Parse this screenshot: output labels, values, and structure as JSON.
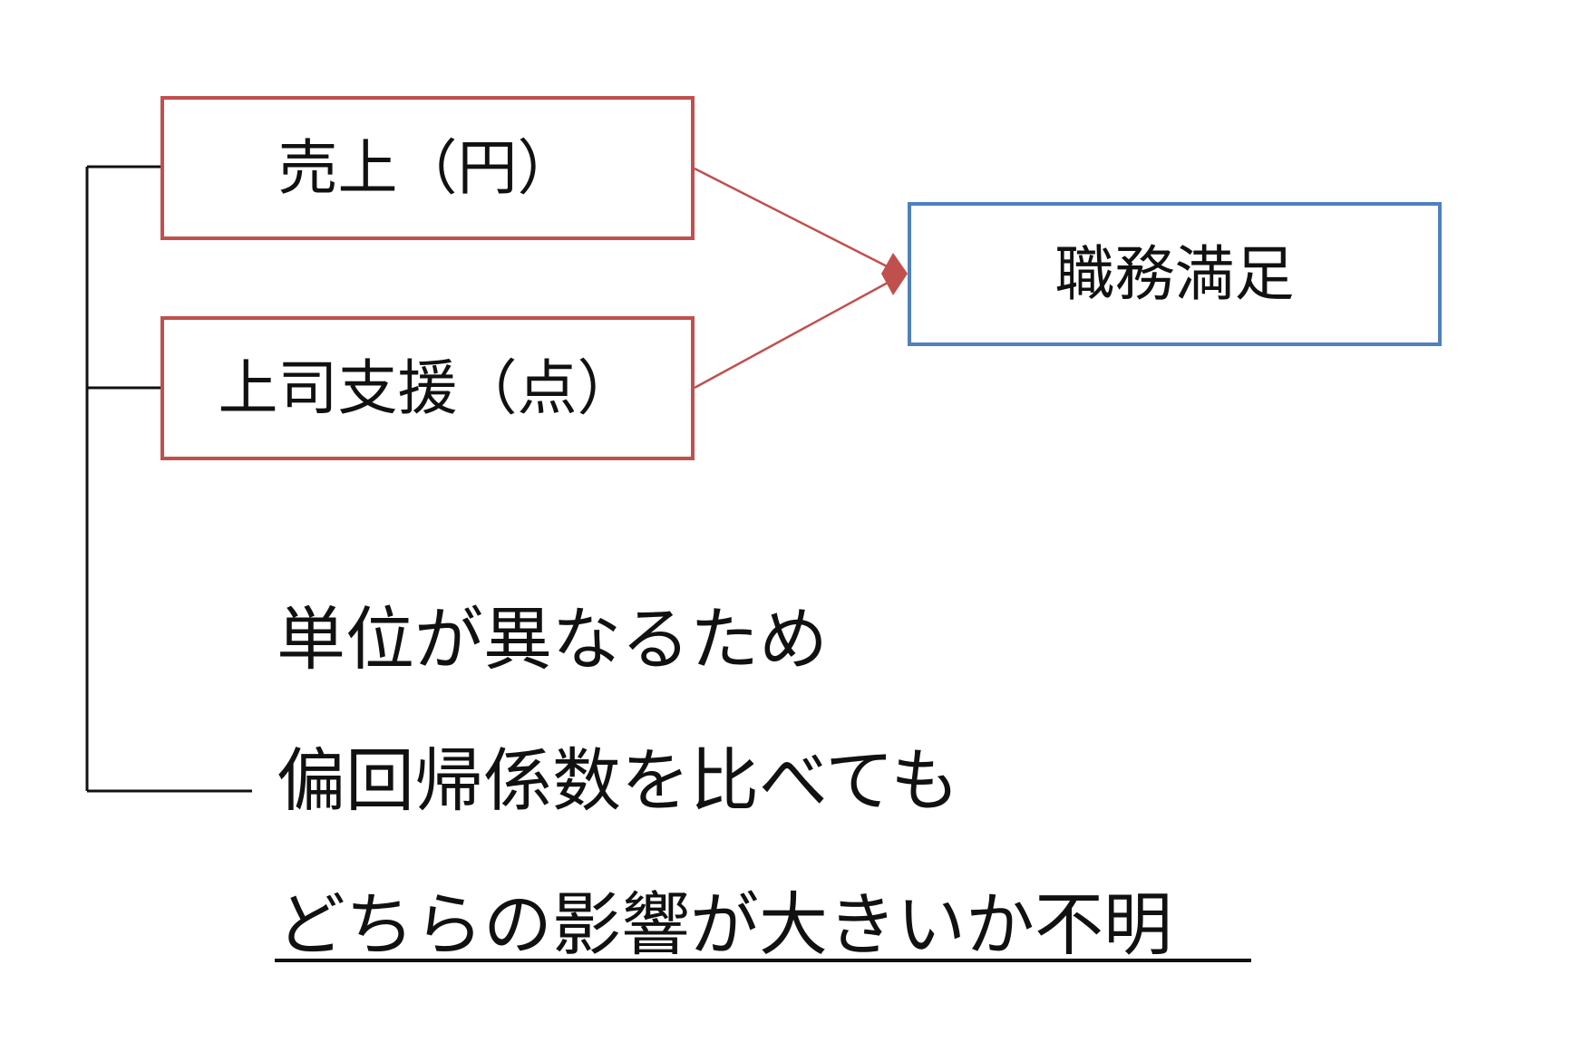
{
  "boxes": {
    "sales": "売上（円）",
    "supervisor_support": "上司支援（点）",
    "job_satisfaction": "職務満足"
  },
  "notes": {
    "line1": "単位が異なるため",
    "line2": "偏回帰係数を比べても",
    "line3": "どちらの影響が大きいか不明"
  },
  "colors": {
    "predictor_border": "#c0504d",
    "outcome_border": "#4f81bd",
    "arrow": "#c0504d",
    "bracket": "#111111"
  }
}
